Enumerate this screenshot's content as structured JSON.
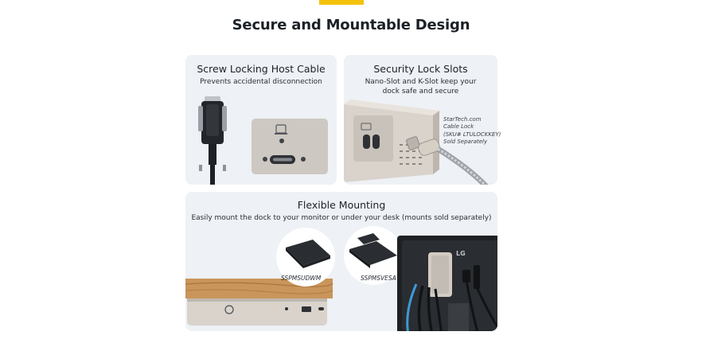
{
  "page": {
    "title": "Secure and Mountable Design"
  },
  "panels": {
    "screw": {
      "title": "Screw Locking Host Cable",
      "subtitle": "Prevents accidental disconnection"
    },
    "lock": {
      "title": "Security Lock Slots",
      "subtitle_line1": "Nano-Slot and K-Slot keep your",
      "subtitle_line2": "dock safe and secure",
      "caption_lines": [
        "StarTech.com",
        "Cable Lock",
        "(SKU# LTULOCKKEY)",
        "Sold Separately"
      ]
    },
    "mount": {
      "title": "Flexible Mounting",
      "subtitle": "Easily mount the dock to your monitor or under your desk (mounts sold separately)",
      "mount_a_label": "SSPMSUDWM",
      "mount_b_label": "SSPMSVESA",
      "monitor_brand": "LG"
    }
  },
  "colors": {
    "accent": "#f4c20d",
    "panel_bg": "#eef1f5",
    "dock_silver": "#cfc8c0",
    "cable_blue": "#3d9bd6",
    "wood": "#c9955a"
  }
}
